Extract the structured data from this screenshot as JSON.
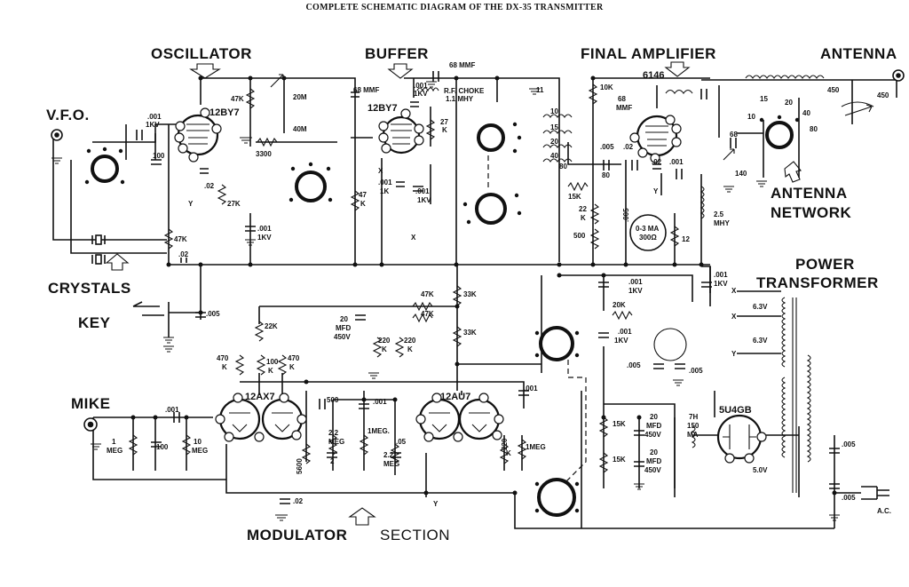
{
  "title": "COMPLETE SCHEMATIC DIAGRAM OF THE DX-35 TRANSMITTER",
  "sections": {
    "oscillator": "OSCILLATOR",
    "buffer": "BUFFER",
    "final_amplifier": "FINAL AMPLIFIER",
    "antenna": "ANTENNA",
    "vfo": "V.F.O.",
    "crystals": "CRYSTALS",
    "key": "KEY",
    "mike": "MIKE",
    "antenna_network_1": "ANTENNA",
    "antenna_network_2": "NETWORK",
    "power_transformer_1": "POWER",
    "power_transformer_2": "TRANSFORMER",
    "modulator": "MODULATOR",
    "section": "SECTION"
  },
  "tubes": {
    "osc": "12BY7",
    "buf": "12BY7",
    "final": "6146",
    "mod1": "12AX7",
    "mod2": "12AU7",
    "rect": "5U4GB"
  },
  "components": {
    "c_001_1kv_a": ".001",
    "c_1kv_a": "1KV",
    "c_100_a": "100",
    "r_47k_a": "47K",
    "c_20m": "20M",
    "c_40m": "40M",
    "r_3300": "3300",
    "c_02_a": ".02",
    "r_27k_a": "27K",
    "c_001_b": ".001",
    "c_1kv_b": "1KV",
    "c_68mmf_a": "68 MMF",
    "r_47k_b": "47",
    "r_k_b": "K",
    "r_47k_c": "47K",
    "c_02_b": ".02",
    "c_005_key": ".005",
    "c_68mmf_b": "68 MMF",
    "rfc_1": "R.F. CHOKE",
    "rfc_2": "1.1 MHY",
    "c_001_1kv_c1": ".001",
    "c_001_1kv_c2": "1KV",
    "r_27k_b1": "27",
    "r_27k_b2": "K",
    "c_001_d1": ".001",
    "c_001_d2": "1K",
    "c_001_e1": ".001",
    "c_001_e2": "1KV",
    "c_11": "11",
    "r_10k": "10K",
    "c_68mmf_c1": "68",
    "c_68mmf_c2": "MMF",
    "coil_10": "10",
    "coil_15": "15",
    "coil_20": "20",
    "coil_40": "40",
    "coil_80": "80",
    "c_005_a": ".005",
    "c_02_c": ".02",
    "c_80": "80",
    "r_15k_a": "15K",
    "r_22k_1": "22",
    "r_22k_2": "K",
    "r_500": "500",
    "meter_1": "0-3 MA",
    "meter_2": "300Ω",
    "r_12": "12",
    "c_005_b": ".005",
    "c_02_d": ".02",
    "c_001_f": ".001",
    "choke_25_1": "2.5",
    "choke_25_2": "MHY",
    "c_001_g1": ".001",
    "c_001_g2": "1KV",
    "ant_450_a": "450",
    "ant_450_b": "450",
    "ant_15": "15",
    "ant_20": "20",
    "ant_10": "10",
    "ant_40": "40",
    "ant_80": "80",
    "c_68_ant": "68",
    "c_140": "140",
    "c_001_h1": ".001",
    "c_001_h2": "1KV",
    "r_47k_d": "47K",
    "r_47k_e": "47K",
    "r_33k_a": "33K",
    "r_33k_b": "33K",
    "r_22k_c": "22K",
    "c_20mfd_1": "20",
    "c_20mfd_2": "MFD",
    "c_20mfd_3": "450V",
    "r_220k_a1": "220",
    "r_220k_a2": "K",
    "r_220k_b1": "220",
    "r_220k_b2": "K",
    "r_470k_a1": "470",
    "r_470k_a2": "K",
    "r_100k_1": "100",
    "r_100k_2": "K",
    "r_470k_b1": "470",
    "r_470k_b2": "K",
    "r_20k": "20K",
    "c_001_1kv_i1": ".001",
    "c_001_1kv_i2": "1KV",
    "c_005_c": ".005",
    "c_005_d": ".005",
    "c_001_mike1": ".001",
    "r_1meg_1": "1",
    "r_1meg_2": "MEG",
    "c_100_b": "100",
    "r_10meg_1": "10",
    "r_10meg_2": "MEG",
    "c_500": "500",
    "c_001_j": ".001",
    "r_22meg_1": "2.2",
    "r_22meg_2": "MEG",
    "r_1meg_b": "1MEG.",
    "c_05": ".05",
    "r_22meg_b1": "2.2",
    "r_22meg_b2": "MEG",
    "r_5600": "5600",
    "c_2": "2",
    "r_220k_c1": "220",
    "r_220k_c2": "K",
    "r_1meg_c": "1MEG",
    "c_001_k": ".001",
    "c_02_e": ".02",
    "r_15k_b": "15K",
    "r_15k_c": "15K",
    "c_20mfd_b1": "20",
    "c_20mfd_b2": "MFD",
    "c_20mfd_b3": "450V",
    "c_20mfd_c1": "20",
    "c_20mfd_c2": "MFD",
    "c_20mfd_c3": "450V",
    "choke_7h_1": "7H",
    "choke_7h_2": "150",
    "choke_7h_3": "MA",
    "v_63_a": "6.3V",
    "v_63_b": "6.3V",
    "v_50": "5.0V",
    "c_005_ac1": ".005",
    "c_005_ac2": ".005",
    "ac": "A.C.",
    "x_1": "X",
    "x_2": "X",
    "y_1": "Y",
    "y_2": "Y",
    "y_3": "Y",
    "y_4": "Y",
    "x_3": "X",
    "x_4": "X"
  }
}
